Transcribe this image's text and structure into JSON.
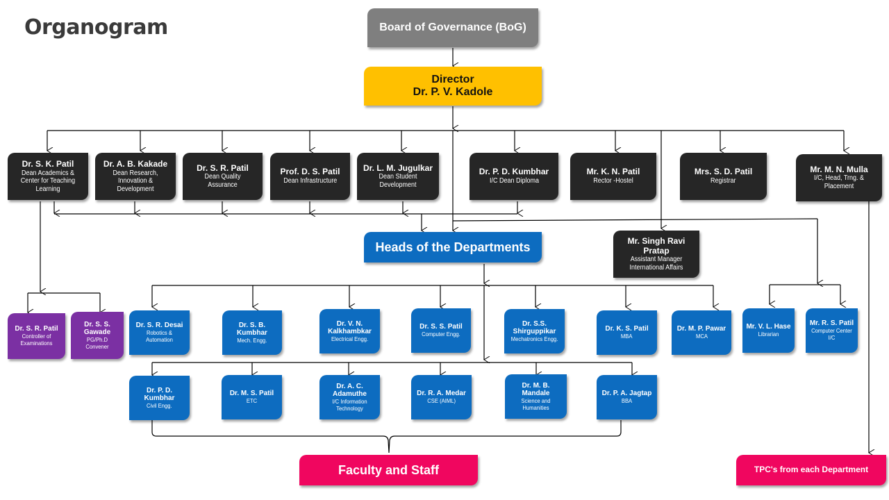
{
  "title": "Organogram",
  "top": {
    "bog": "Board of Governance (BoG)",
    "director_title": "Director",
    "director_name": "Dr. P. V. Kadole"
  },
  "deans": [
    {
      "name": "Dr. S. K. Patil",
      "role": "Dean Academics & Center for Teaching Learning"
    },
    {
      "name": "Dr. A. B. Kakade",
      "role": "Dean Research, Innovation & Development"
    },
    {
      "name": "Dr. S. R. Patil",
      "role": "Dean Quality Assurance"
    },
    {
      "name": "Prof. D. S. Patil",
      "role": "Dean Infrastructure"
    },
    {
      "name": "Dr. L. M. Jugulkar",
      "role": "Dean Student Development"
    },
    {
      "name": "Dr. P. D. Kumbhar",
      "role": "I/C Dean Diploma"
    },
    {
      "name": "Mr. K. N. Patil",
      "role": "Rector -Hostel"
    },
    {
      "name": "Mrs. S. D. Patil",
      "role": "Registrar"
    },
    {
      "name": "Mr. M. N. Mulla",
      "role": "I/C, Head, Trng. & Placement"
    }
  ],
  "hod_label": "Heads of the Departments",
  "intl": {
    "name": "Mr. Singh Ravi Pratap",
    "role": "Assistant Manager International Affairs"
  },
  "exam": [
    {
      "name": "Dr. S. R. Patil",
      "role": "Controller of Examinations"
    },
    {
      "name": "Dr. S. S. Gawade",
      "role": "PG/Ph.D Convener"
    }
  ],
  "hods_row1": [
    {
      "name": "Dr. S. R. Desai",
      "role": "Robotics & Automation"
    },
    {
      "name": "Dr. S. B. Kumbhar",
      "role": "Mech. Engg."
    },
    {
      "name": "Dr. V. N. Kalkhambkar",
      "role": "Electrical Engg."
    },
    {
      "name": "Dr. S. S. Patil",
      "role": "Computer Engg."
    },
    {
      "name": "Dr. S.S. Shirguppikar",
      "role": "Mechatronics Engg."
    },
    {
      "name": "Dr. K. S. Patil",
      "role": "MBA"
    },
    {
      "name": "Dr. M. P. Pawar",
      "role": "MCA"
    }
  ],
  "placement_staff": [
    {
      "name": "Mr. V. L. Hase",
      "role": "Librarian"
    },
    {
      "name": "Mr. R. S. Patil",
      "role": "Computer Center I/C"
    }
  ],
  "hods_row2": [
    {
      "name": "Dr. P. D. Kumbhar",
      "role": "Civil Engg."
    },
    {
      "name": "Dr. M. S. Patil",
      "role": "ETC"
    },
    {
      "name": "Dr. A. C. Adamuthe",
      "role": "I/C Information Technology"
    },
    {
      "name": "Dr. R. A. Medar",
      "role": "CSE (AIML)"
    },
    {
      "name": "Dr. M. B. Mandale",
      "role": "Science and Humanities"
    },
    {
      "name": "Dr. P. A. Jagtap",
      "role": "BBA"
    }
  ],
  "faculty_label": "Faculty and Staff",
  "tpc_label": "TPC's from each Department",
  "colors": {
    "bog": "#7f7f7f",
    "director": "#ffc000",
    "dean": "#262626",
    "hod": "#0d6cc0",
    "exam": "#7b30a3",
    "bottom": "#f0065f"
  }
}
